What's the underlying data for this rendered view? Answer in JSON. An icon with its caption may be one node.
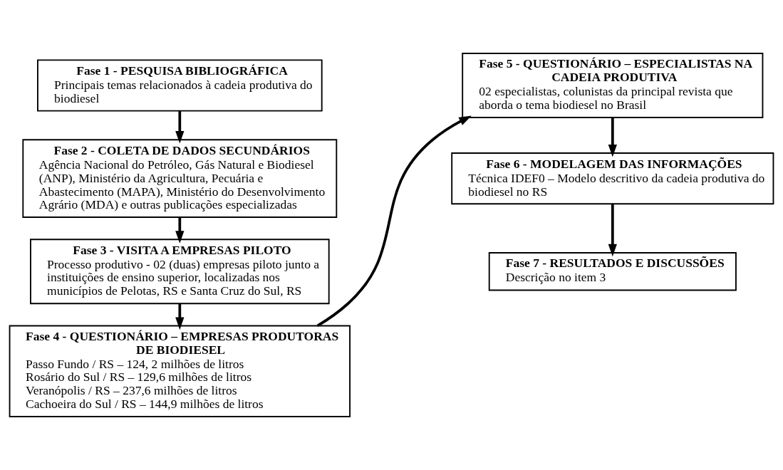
{
  "diagram": {
    "nodes": [
      {
        "text": [
          "Fase 1 - PESQUISA BIBLIOGRÁFICA",
          "Principais temas relacionados à cadeia produtiva do biodiesel"
        ]
      },
      {
        "text": [
          "Fase 2 - COLETA DE DADOS SECUNDÁRIOS",
          "Agência Nacional do Petróleo, Gás Natural e Biodiesel (ANP), Ministério da Agricultura, Pecuária e Abastecimento (MAPA), Ministério do Desenvolvimento Agrário (MDA) e outras publicações especializadas"
        ]
      },
      {
        "text": [
          "Fase 3 - VISITA A EMPRESAS PILOTO",
          "Processo produtivo - 02 (duas) empresas piloto junto a instituições de ensino superior, localizadas nos municípios de Pelotas, RS e Santa Cruz do Sul, RS"
        ]
      },
      {
        "text": [
          "Fase 4 - QUESTIONÁRIO – EMPRESAS PRODUTORAS DE BIODIESEL",
          "Passo Fundo / RS – 124, 2 milhões de litros",
          "Rosário do Sul / RS – 129,6 milhões de litros",
          "Veranópolis / RS – 237,6 milhões de litros",
          "Cachoeira do Sul / RS – 144,9 milhões de litros"
        ]
      },
      {
        "text": [
          "Fase 5 - QUESTIONÁRIO – ESPECIALISTAS NA CADEIA PRODUTIVA",
          "02 especialistas, colunistas da principal revista que aborda o tema biodiesel no Brasil"
        ]
      },
      {
        "text": [
          "Fase 6 - MODELAGEM DAS INFORMAÇÕES",
          "Técnica IDEF0 – Modelo descritivo da cadeia produtiva do biodiesel no RS"
        ]
      },
      {
        "text": [
          "Fase 7 - RESULTADOS E DISCUSSÕES",
          "Descrição no item 3"
        ]
      }
    ],
    "edges": [
      {
        "from": 0,
        "to": 1,
        "arrow": "to"
      },
      {
        "from": 1,
        "to": 2,
        "arrow": "to"
      },
      {
        "from": 2,
        "to": 3,
        "arrow": "to"
      },
      {
        "from": 3,
        "to": 4,
        "arrow": "to"
      },
      {
        "from": 4,
        "to": 5,
        "arrow": "to"
      },
      {
        "from": 5,
        "to": 6,
        "arrow": "to"
      }
    ]
  }
}
